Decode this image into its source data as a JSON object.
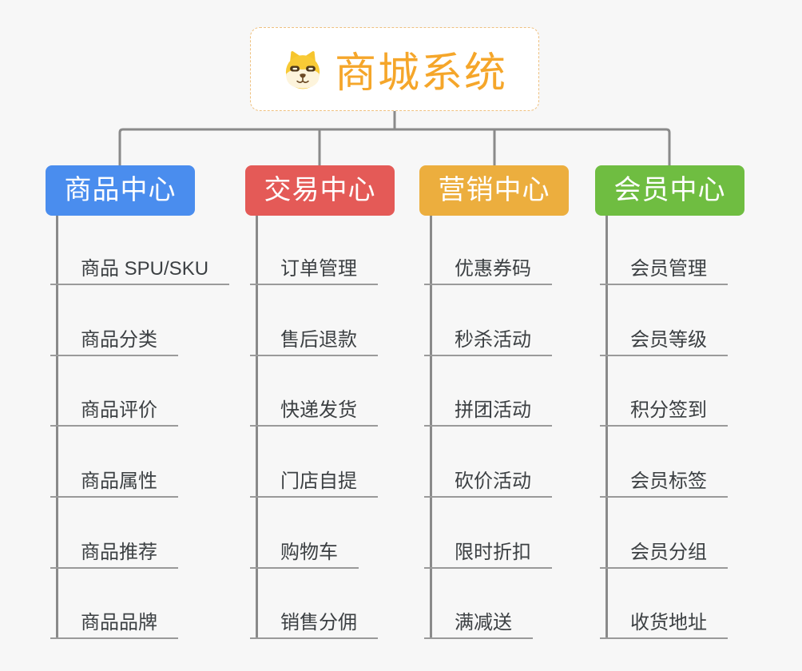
{
  "app": {
    "background": "#f7f7f7",
    "connector_color": "#8a8a8a",
    "underline_color": "#9a9a9a",
    "child_text_color": "#3c4043"
  },
  "root": {
    "title": "商城系统",
    "icon": "dog-mascot-icon",
    "text_color": "#f5a62a",
    "background": "#ffffff",
    "border_color": "#efc180"
  },
  "branches": [
    {
      "label": "商品中心",
      "color": "#4a8dee",
      "text_color": "#ffffff",
      "children": [
        "商品 SPU/SKU",
        "商品分类",
        "商品评价",
        "商品属性",
        "商品推荐",
        "商品品牌"
      ]
    },
    {
      "label": "交易中心",
      "color": "#e45a57",
      "text_color": "#ffffff",
      "children": [
        "订单管理",
        "售后退款",
        "快递发货",
        "门店自提",
        "购物车",
        "销售分佣"
      ]
    },
    {
      "label": "营销中心",
      "color": "#ecae3e",
      "text_color": "#ffffff",
      "children": [
        "优惠券码",
        "秒杀活动",
        "拼团活动",
        "砍价活动",
        "限时折扣",
        "满减送"
      ]
    },
    {
      "label": "会员中心",
      "color": "#6fbd41",
      "text_color": "#ffffff",
      "children": [
        "会员管理",
        "会员等级",
        "积分签到",
        "会员标签",
        "会员分组",
        "收货地址"
      ]
    }
  ]
}
